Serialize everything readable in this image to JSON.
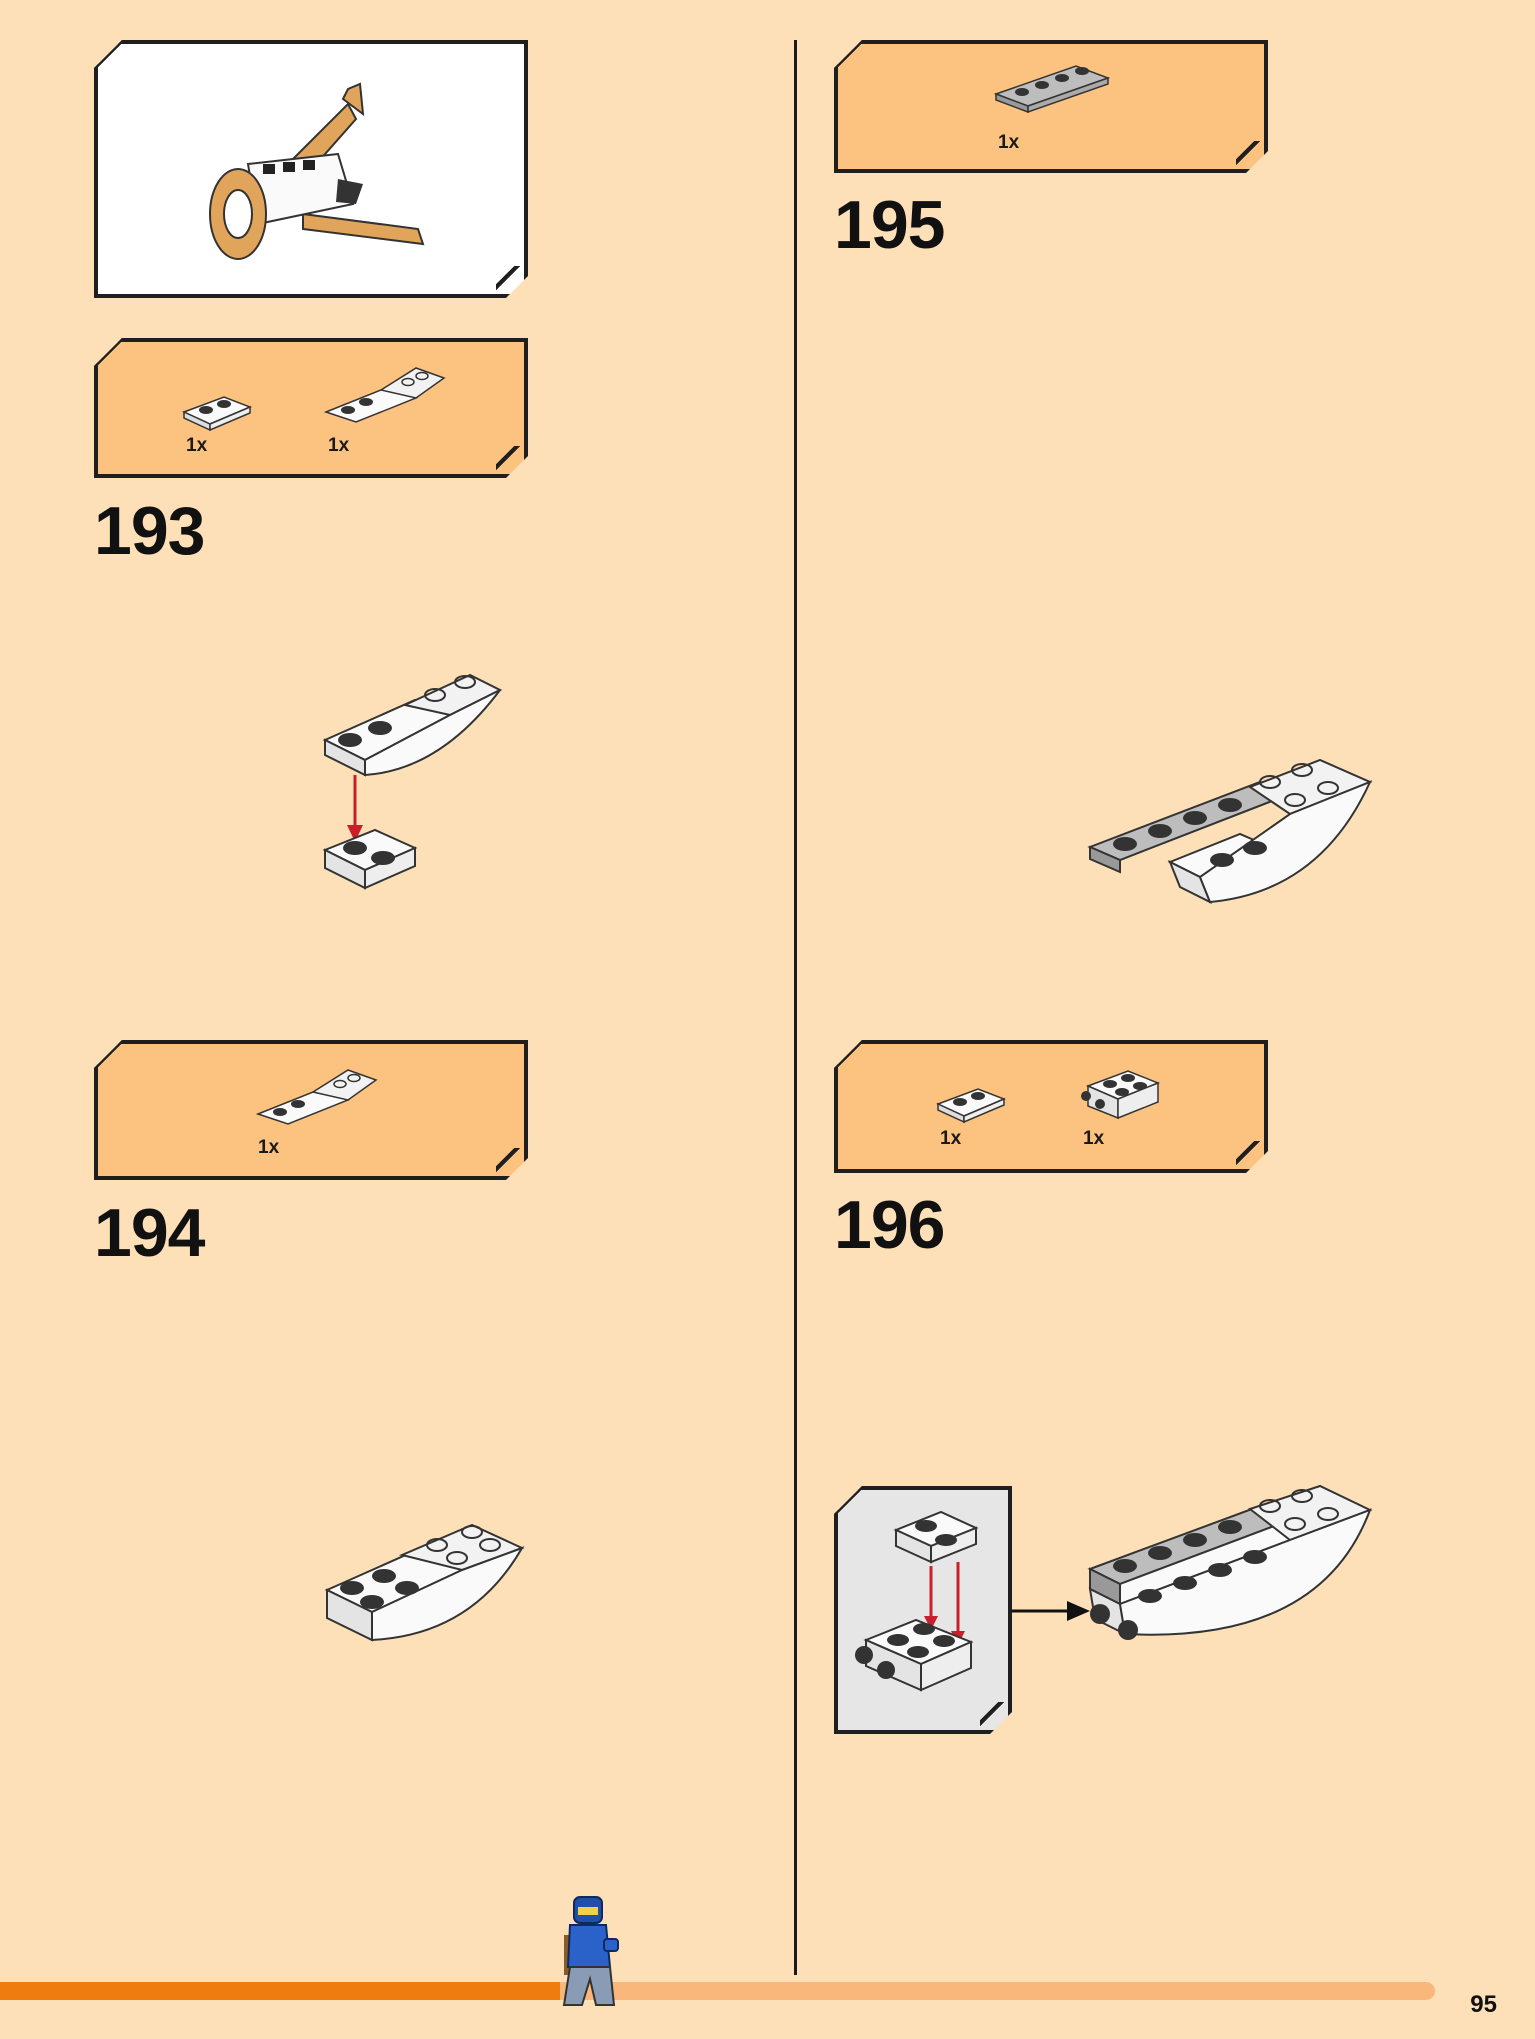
{
  "page": {
    "number": "95"
  },
  "colors": {
    "page_bg": "#fde0b8",
    "parts_box": "#fcc27f",
    "progress_done": "#ef7c0e",
    "progress_rest": "#f9b77c"
  },
  "preview": {
    "icon": "subassembly-preview-icon"
  },
  "steps": [
    {
      "number": "193",
      "parts": [
        {
          "qty": "1x"
        },
        {
          "qty": "1x"
        }
      ]
    },
    {
      "number": "194",
      "parts": [
        {
          "qty": "1x"
        }
      ]
    },
    {
      "number": "195",
      "parts": [
        {
          "qty": "1x"
        }
      ]
    },
    {
      "number": "196",
      "parts": [
        {
          "qty": "1x"
        },
        {
          "qty": "1x"
        }
      ]
    }
  ],
  "progress": {
    "fraction": 0.39
  }
}
